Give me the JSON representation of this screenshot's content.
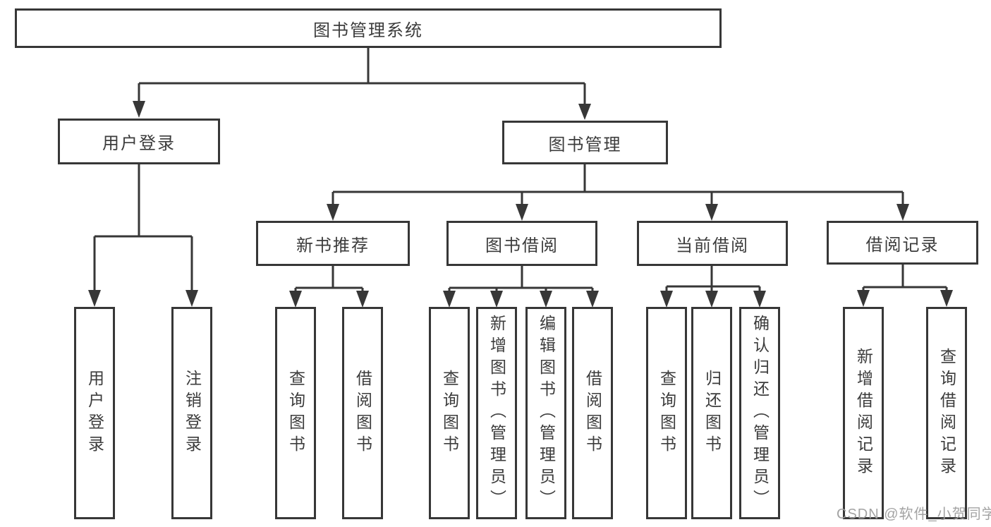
{
  "tree": {
    "root": "图书管理系统",
    "login_branch": {
      "label": "用户登录",
      "leaves": [
        "用户登录",
        "注销登录"
      ]
    },
    "mgmt_branch": {
      "label": "图书管理",
      "groups": [
        {
          "label": "新书推荐",
          "leaves": [
            "查询图书",
            "借阅图书"
          ]
        },
        {
          "label": "图书借阅",
          "leaves": [
            "查询图书",
            "新增图书（管理员）",
            "编辑图书（管理员）",
            "借阅图书"
          ]
        },
        {
          "label": "当前借阅",
          "leaves": [
            "查询图书",
            "归还图书",
            "确认归还（管理员）"
          ]
        },
        {
          "label": "借阅记录",
          "leaves": [
            "新增借阅记录",
            "查询借阅记录"
          ]
        }
      ]
    }
  },
  "watermark": "CSDN @软件_小贺同学",
  "colors": {
    "line": "#373737",
    "text": "#3c3c3c",
    "watermark": "#9e9e9e"
  }
}
